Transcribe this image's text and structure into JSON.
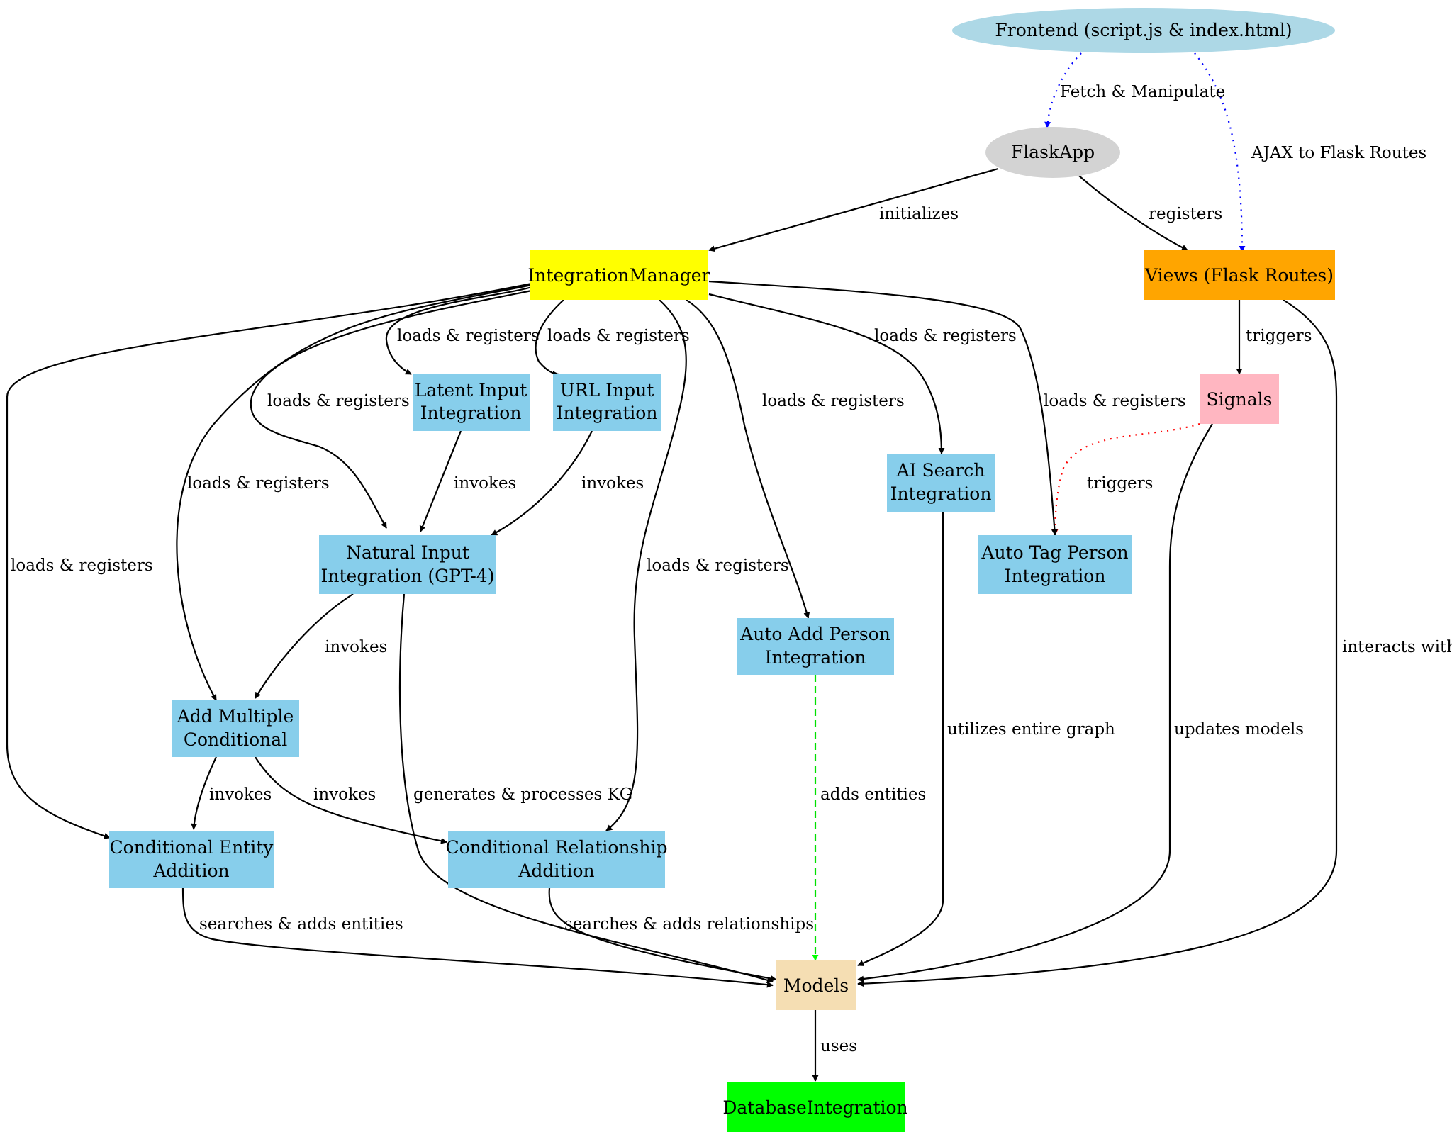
{
  "nodes": {
    "frontend": {
      "label": "Frontend (script.js & index.html)",
      "color": "#add8e6"
    },
    "flaskapp": {
      "label": "FlaskApp",
      "color": "#d3d3d3"
    },
    "integration_manager": {
      "label": "IntegrationManager",
      "color": "#ffff00"
    },
    "views": {
      "label": "Views (Flask Routes)",
      "color": "#ffa500"
    },
    "signals": {
      "label": "Signals",
      "color": "#ffb6c1"
    },
    "latent_input": {
      "label": [
        "Latent Input",
        "Integration"
      ],
      "color": "#87ceeb"
    },
    "url_input": {
      "label": [
        "URL Input",
        "Integration"
      ],
      "color": "#87ceeb"
    },
    "ai_search": {
      "label": [
        "AI Search",
        "Integration"
      ],
      "color": "#87ceeb"
    },
    "auto_tag_person": {
      "label": [
        "Auto Tag Person",
        "Integration"
      ],
      "color": "#87ceeb"
    },
    "natural_input": {
      "label": [
        "Natural Input",
        "Integration (GPT-4)"
      ],
      "color": "#87ceeb"
    },
    "auto_add_person": {
      "label": [
        "Auto Add Person",
        "Integration"
      ],
      "color": "#87ceeb"
    },
    "add_multiple_conditional": {
      "label": [
        "Add Multiple",
        "Conditional"
      ],
      "color": "#87ceeb"
    },
    "conditional_entity": {
      "label": [
        "Conditional Entity",
        "Addition"
      ],
      "color": "#87ceeb"
    },
    "conditional_relationship": {
      "label": [
        "Conditional Relationship",
        "Addition"
      ],
      "color": "#87ceeb"
    },
    "models": {
      "label": "Models",
      "color": "#f5deb3"
    },
    "database_integration": {
      "label": "DatabaseIntegration",
      "color": "#00ff00"
    }
  },
  "edges": {
    "fetch_manipulate": {
      "label": "Fetch & Manipulate",
      "color": "#0000ff",
      "style": "dotted"
    },
    "ajax_routes": {
      "label": "AJAX to Flask Routes",
      "color": "#0000ff",
      "style": "dotted"
    },
    "initializes": {
      "label": "initializes",
      "color": "#000000",
      "style": "solid"
    },
    "registers": {
      "label": "registers",
      "color": "#000000",
      "style": "solid"
    },
    "triggers_views": {
      "label": "triggers",
      "color": "#000000",
      "style": "solid"
    },
    "triggers_signals": {
      "label": "triggers",
      "color": "#ff0000",
      "style": "dotted"
    },
    "loads_latent": {
      "label": "loads & registers"
    },
    "loads_url": {
      "label": "loads & registers"
    },
    "loads_natural": {
      "label": "loads & registers"
    },
    "loads_ai_search": {
      "label": "loads & registers"
    },
    "loads_auto_tag": {
      "label": "loads & registers"
    },
    "loads_auto_add": {
      "label": "loads & registers"
    },
    "loads_add_multiple": {
      "label": "loads & registers"
    },
    "loads_cond_entity": {
      "label": "loads & registers"
    },
    "loads_cond_rel": {
      "label": "loads & registers"
    },
    "invokes_latent": {
      "label": "invokes"
    },
    "invokes_url": {
      "label": "invokes"
    },
    "invokes_natural": {
      "label": "invokes"
    },
    "invokes_amc_entity": {
      "label": "invokes"
    },
    "invokes_amc_rel": {
      "label": "invokes"
    },
    "generates_kg": {
      "label": "generates & processes KG"
    },
    "adds_entities": {
      "label": "adds entities",
      "color": "#00cc00",
      "style": "dashed"
    },
    "utilizes_graph": {
      "label": "utilizes entire graph"
    },
    "updates_models": {
      "label": "updates models"
    },
    "interacts_with": {
      "label": "interacts with"
    },
    "searches_entities": {
      "label": "searches & adds entities"
    },
    "searches_relationships": {
      "label": "searches & adds relationships"
    },
    "uses": {
      "label": "uses"
    }
  }
}
